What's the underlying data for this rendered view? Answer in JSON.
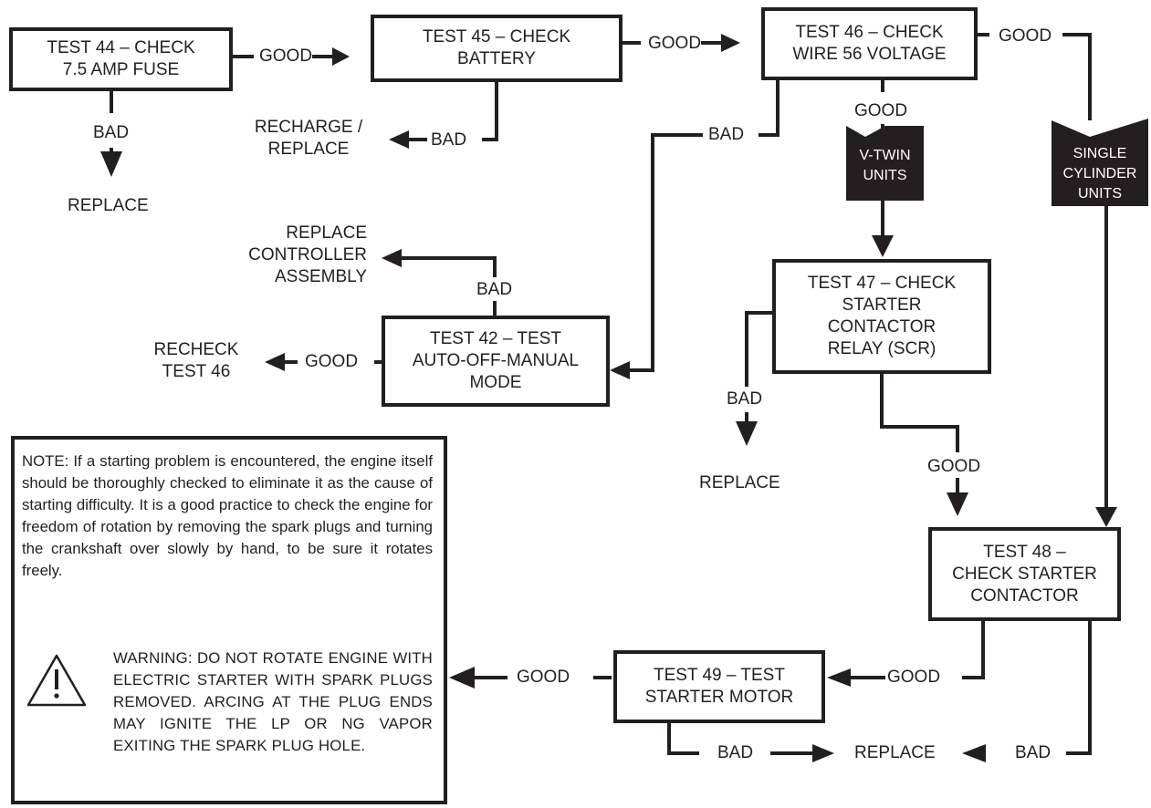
{
  "boxes": {
    "test44": {
      "line1": "TEST 44 – CHECK",
      "line2": "7.5 AMP FUSE"
    },
    "test45": {
      "line1": "TEST 45 – CHECK",
      "line2": "BATTERY"
    },
    "test46": {
      "line1": "TEST 46 – CHECK",
      "line2": "WIRE 56 VOLTAGE"
    },
    "test42": {
      "line1": "TEST 42 – TEST",
      "line2": "AUTO-OFF-MANUAL",
      "line3": "MODE"
    },
    "test47": {
      "line1": "TEST 47 – CHECK",
      "line2": "STARTER",
      "line3": "CONTACTOR",
      "line4": "RELAY (SCR)"
    },
    "test48": {
      "line1": "TEST 48 –",
      "line2": "CHECK STARTER",
      "line3": "CONTACTOR"
    },
    "test49": {
      "line1": "TEST 49 – TEST",
      "line2": "STARTER MOTOR"
    }
  },
  "labels": {
    "good_44_45": "GOOD",
    "good_45_46": "GOOD",
    "good_46_single": "GOOD",
    "bad_44": "BAD",
    "replace_44": "REPLACE",
    "recharge_1": "RECHARGE /",
    "recharge_2": "REPLACE",
    "bad_45": "BAD",
    "bad_46": "BAD",
    "good_46_down": "GOOD",
    "vtwin_1": "V-TWIN",
    "vtwin_2": "UNITS",
    "single_1": "SINGLE",
    "single_2": "CYLINDER",
    "single_3": "UNITS",
    "replace_ctrl_1": "REPLACE",
    "replace_ctrl_2": "CONTROLLER",
    "replace_ctrl_3": "ASSEMBLY",
    "bad_42": "BAD",
    "recheck_1": "RECHECK",
    "recheck_2": "TEST 46",
    "good_42": "GOOD",
    "bad_47": "BAD",
    "replace_47": "REPLACE",
    "good_47": "GOOD",
    "good_48": "GOOD",
    "good_49": "GOOD",
    "bad_49": "BAD",
    "replace_bottom": "REPLACE",
    "bad_48": "BAD"
  },
  "note": {
    "text": "NOTE: If a starting problem is encountered, the engine itself should be thoroughly checked to eliminate it as the cause of starting difficulty. It is a good practice to check the engine for freedom of rotation by removing the spark plugs and turning the crankshaft over slowly by hand, to be sure it rotates freely.",
    "warning": "WARNING: DO NOT ROTATE ENGINE WITH ELECTRIC STARTER WITH SPARK PLUGS REMOVED. ARCING AT THE PLUG ENDS MAY IGNITE THE LP OR NG VAPOR EXITING THE SPARK PLUG HOLE.",
    "warning_icon": "warning-triangle-icon"
  },
  "colors": {
    "ink": "#231f20",
    "paper": "#ffffff"
  }
}
